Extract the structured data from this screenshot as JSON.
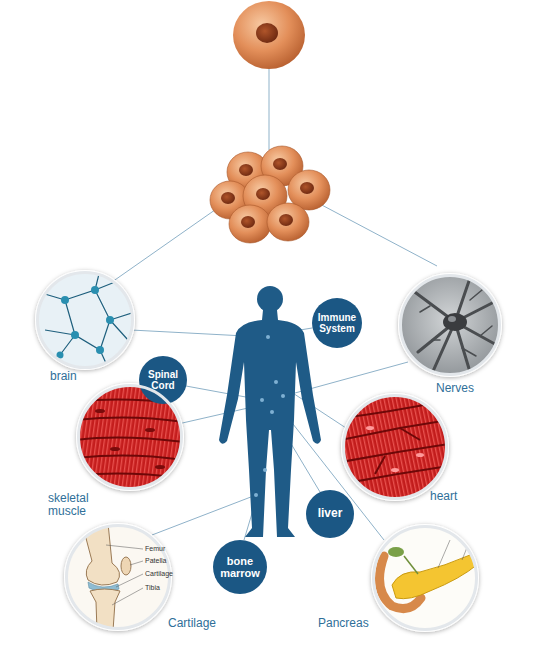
{
  "diagram": {
    "nodes": [
      {
        "text": [
          "brain"
        ]
      },
      {
        "text": [
          "Immune System"
        ]
      },
      {
        "text": [
          "Nerves"
        ]
      },
      {
        "text": [
          "Spinal Cord"
        ]
      },
      {
        "text": [
          "skeletal muscle"
        ]
      },
      {
        "text": [
          "heart"
        ]
      },
      {
        "text": [
          "liver"
        ]
      },
      {
        "text": [
          "bone marrow"
        ]
      },
      {
        "text": [
          "Cartilage"
        ]
      },
      {
        "text": [
          "Pancreas"
        ]
      }
    ],
    "labels": [
      "Femur",
      "Patella",
      "Cartilage",
      "Tibia"
    ]
  }
}
